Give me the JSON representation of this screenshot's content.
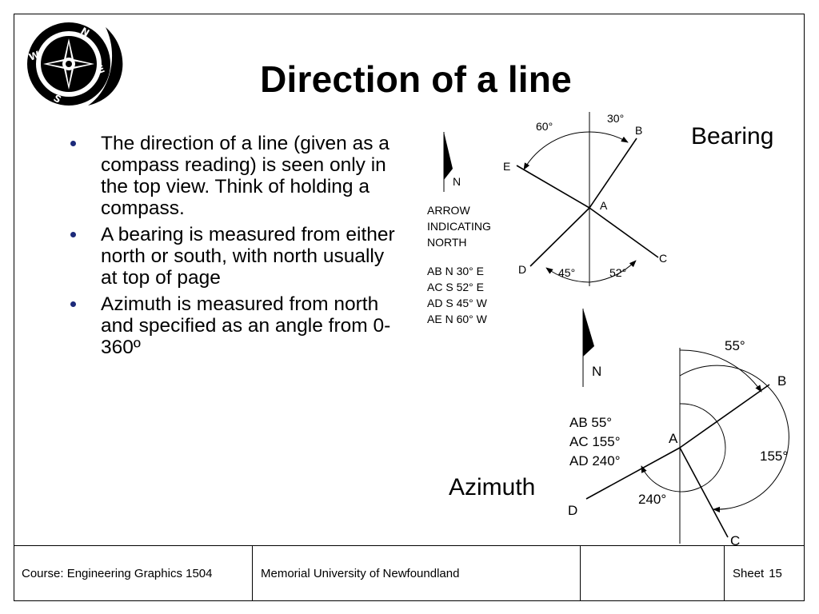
{
  "slide": {
    "title": "Direction of a line",
    "bullets": [
      "The direction of a line (given as a compass reading) is seen only in the top view. Think of holding a compass.",
      "A bearing is measured from either north or south, with north usually at top of page",
      "Azimuth is measured from north and specified as an angle from 0-360º"
    ]
  },
  "logo": {
    "icon": "compass-icon",
    "letters": {
      "n": "N",
      "w": "W",
      "e": "E",
      "s": "S"
    }
  },
  "bearing_diagram": {
    "label": "Bearing",
    "north_arrow_label": "N",
    "arrow_caption": [
      "ARROW",
      "INDICATING",
      "NORTH"
    ],
    "readings": [
      "AB N 30° E",
      "AC S 52° E",
      "AD S 45° W",
      "AE N 60° W"
    ],
    "points": {
      "a": "A",
      "b": "B",
      "c": "C",
      "d": "D",
      "e": "E"
    },
    "angles": {
      "ab": "30°",
      "ae": "60°",
      "ad": "45°",
      "ac": "52°"
    }
  },
  "azimuth_diagram": {
    "label": "Azimuth",
    "north_arrow_label": "N",
    "readings": [
      "AB 55°",
      "AC 155°",
      "AD 240°"
    ],
    "points": {
      "a": "A",
      "b": "B",
      "c": "C",
      "d": "D"
    },
    "angles": {
      "ab": "55°",
      "ac": "155°",
      "ad": "240°"
    }
  },
  "footer": {
    "course": "Course: Engineering Graphics 1504",
    "university": "Memorial University of Newfoundland",
    "blank": "",
    "sheet_label": "Sheet",
    "sheet_number": "15"
  },
  "colors": {
    "bullet": "#1c2a7a",
    "line": "#000000"
  }
}
